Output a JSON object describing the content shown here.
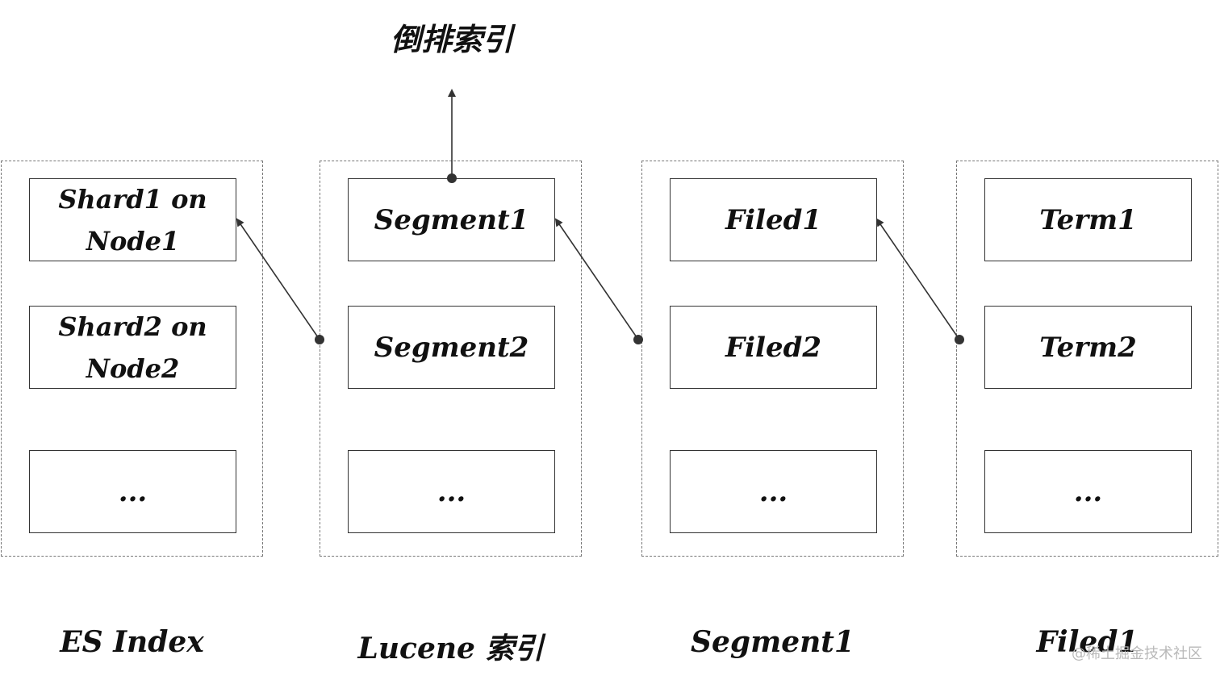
{
  "top_label": "倒排索引",
  "groups": [
    {
      "caption": "ES Index",
      "items": [
        "Shard1 on Node1",
        "Shard2 on Node2",
        "..."
      ]
    },
    {
      "caption": "Lucene 索引",
      "items": [
        "Segment1",
        "Segment2",
        "..."
      ]
    },
    {
      "caption": "Segment1",
      "items": [
        "Filed1",
        "Filed2",
        "..."
      ]
    },
    {
      "caption": "Filed1",
      "items": [
        "Term1",
        "Term2",
        "..."
      ]
    }
  ],
  "watermark": "@稀土掘金技术社区"
}
